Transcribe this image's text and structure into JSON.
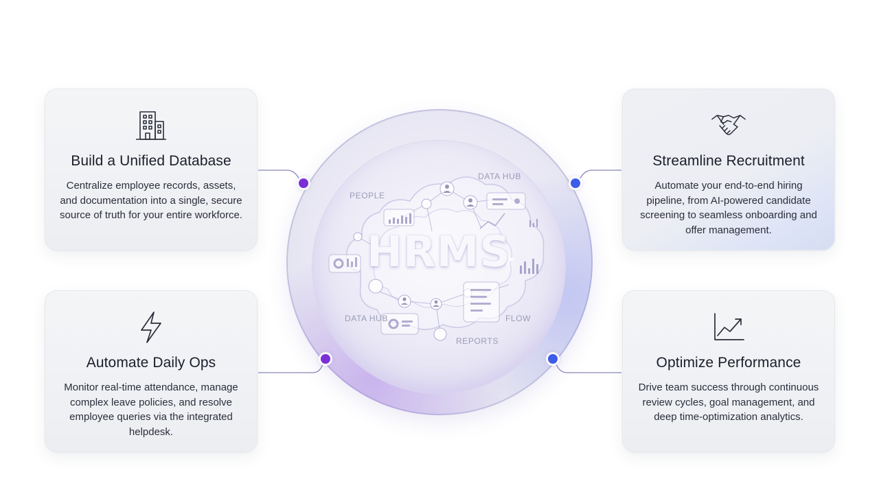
{
  "hub": {
    "title": "HRMS",
    "labels": {
      "people": "PEOPLE",
      "data_hub_top": "DATA HUB",
      "data_hub_bottom": "DATA HUB",
      "flow": "FLOW",
      "reports": "REPORTS"
    }
  },
  "cards": {
    "top_left": {
      "icon": "office-building-icon",
      "title": "Build a Unified Database",
      "description": "Centralize employee records, assets, and documentation into a single, secure source of truth for your entire workforce."
    },
    "top_right": {
      "icon": "handshake-icon",
      "title": "Streamline Recruitment",
      "description": "Automate your end-to-end hiring pipeline, from AI-powered candidate screening to seamless onboarding and offer management."
    },
    "bottom_left": {
      "icon": "lightning-bolt-icon",
      "title": "Automate Daily Ops",
      "description": "Monitor real-time attendance, manage complex leave policies, and resolve employee queries via the integrated helpdesk."
    },
    "bottom_right": {
      "icon": "trend-chart-icon",
      "title": "Optimize Performance",
      "description": "Drive team success through continuous review cycles, goal management, and deep time-optimization analytics."
    }
  },
  "colors": {
    "node_purple": "#7b2fd6",
    "node_blue": "#3e5ce8",
    "connector": "#8a88b8"
  }
}
